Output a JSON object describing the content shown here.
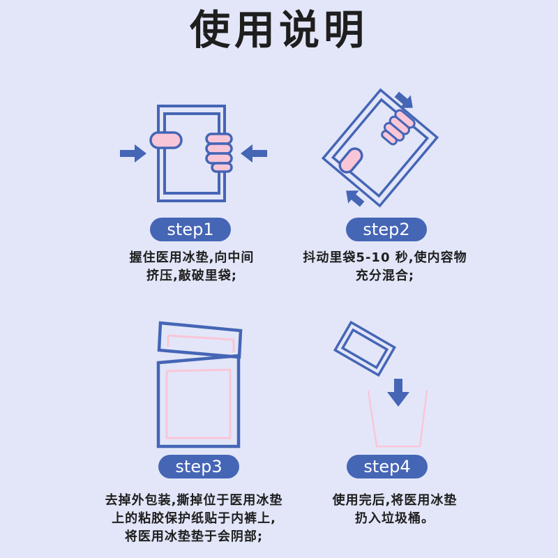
{
  "title": "使用说明",
  "colors": {
    "background": "#e2e6f8",
    "accent_blue": "#4565b5",
    "pink": "#f9c6d8",
    "text": "#1e1e1e"
  },
  "steps": [
    {
      "label": "step1",
      "icon": "hands-squeezing-pad-icon",
      "lines": [
        "握住医用冰垫,向中间",
        "挤压,敲破里袋;"
      ]
    },
    {
      "label": "step2",
      "icon": "shaking-pad-icon",
      "lines": [
        "抖动里袋5-10 秒,使内容物",
        "充分混合;"
      ]
    },
    {
      "label": "step3",
      "icon": "peel-backing-paper-icon",
      "lines": [
        "去掉外包装,撕掉位于医用冰垫",
        "上的粘胶保护纸贴于内裤上,",
        "将医用冰垫垫于会阴部;"
      ]
    },
    {
      "label": "step4",
      "icon": "dispose-in-trash-icon",
      "lines": [
        "使用完后,将医用冰垫",
        "扔入垃圾桶。"
      ]
    }
  ]
}
